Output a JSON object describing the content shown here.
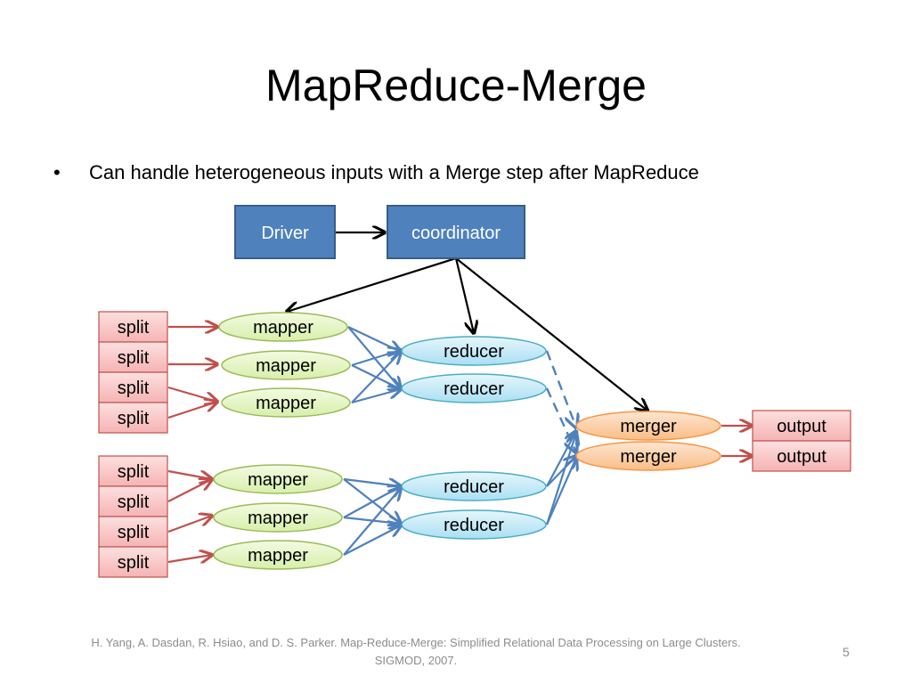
{
  "slide": {
    "title": "MapReduce-Merge",
    "bullet": "Can handle heterogeneous inputs with a Merge step after MapReduce",
    "citation_line1": "H. Yang, A. Dasdan, R. Hsiao, and D. S. Parker. Map-Reduce-Merge: Simplified Relational Data Processing on Large Clusters.",
    "citation_line2": "SIGMOD, 2007.",
    "page_number": "5"
  },
  "diagram": {
    "driver": "Driver",
    "coordinator": "coordinator",
    "splits": [
      "split",
      "split",
      "split",
      "split",
      "split",
      "split",
      "split",
      "split"
    ],
    "mappers": [
      "mapper",
      "mapper",
      "mapper",
      "mapper",
      "mapper",
      "mapper"
    ],
    "reducers": [
      "reducer",
      "reducer",
      "reducer",
      "reducer"
    ],
    "mergers": [
      "merger",
      "merger"
    ],
    "outputs": [
      "output",
      "output"
    ]
  },
  "colors": {
    "box_blue": "#4f81bd",
    "box_blue_border": "#385d8a",
    "split_fill": "#f9c5c5",
    "split_border": "#c0504d",
    "mapper_fill": "#e4f5c4",
    "mapper_border": "#9bbb59",
    "reducer_fill": "#c6e9f7",
    "reducer_border": "#4bacc6",
    "merger_fill": "#fcd2ac",
    "merger_border": "#f79646",
    "arrow_red": "#c0504d",
    "arrow_blue": "#4f81bd",
    "arrow_black": "#000000"
  }
}
